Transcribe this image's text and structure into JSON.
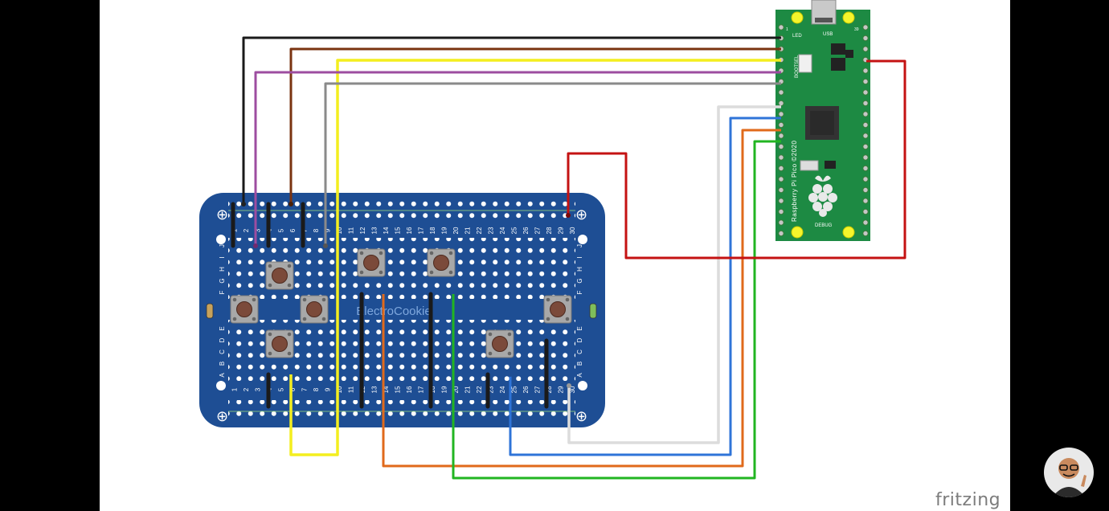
{
  "board": {
    "brand": "ElectroCookie",
    "columns": [
      "1",
      "2",
      "3",
      "4",
      "5",
      "6",
      "7",
      "8",
      "9",
      "10",
      "11",
      "12",
      "13",
      "14",
      "15",
      "16",
      "17",
      "18",
      "19",
      "20",
      "21",
      "22",
      "23",
      "24",
      "25",
      "26",
      "27",
      "28",
      "29",
      "30"
    ],
    "rows_top": [
      "J",
      "I",
      "H",
      "G",
      "F"
    ],
    "rows_bottom": [
      "E",
      "D",
      "C",
      "B",
      "A"
    ],
    "rail_mark": "⊕"
  },
  "pico": {
    "name": "Raspberry Pi Pico ©2020",
    "usb_label": "USB",
    "led_label": "LED",
    "bootsel_label": "BOOTSEL",
    "debug_label": "DEBUG",
    "pin_1": "1",
    "pin_39": "39"
  },
  "footer": {
    "logo": "fritzing"
  },
  "colors": {
    "pcb_blue": "#1e4e94",
    "wire_black": "#1a1a1a",
    "wire_brown": "#7a3310",
    "wire_yellow": "#f4ee1f",
    "wire_purple": "#9d4da0",
    "wire_gray": "#8a8a8a",
    "wire_white": "#e3e3e3",
    "wire_blue": "#2f74d8",
    "wire_orange": "#e06a1b",
    "wire_green": "#21b521",
    "wire_red": "#c41212",
    "pico_green": "#1d8a43"
  }
}
